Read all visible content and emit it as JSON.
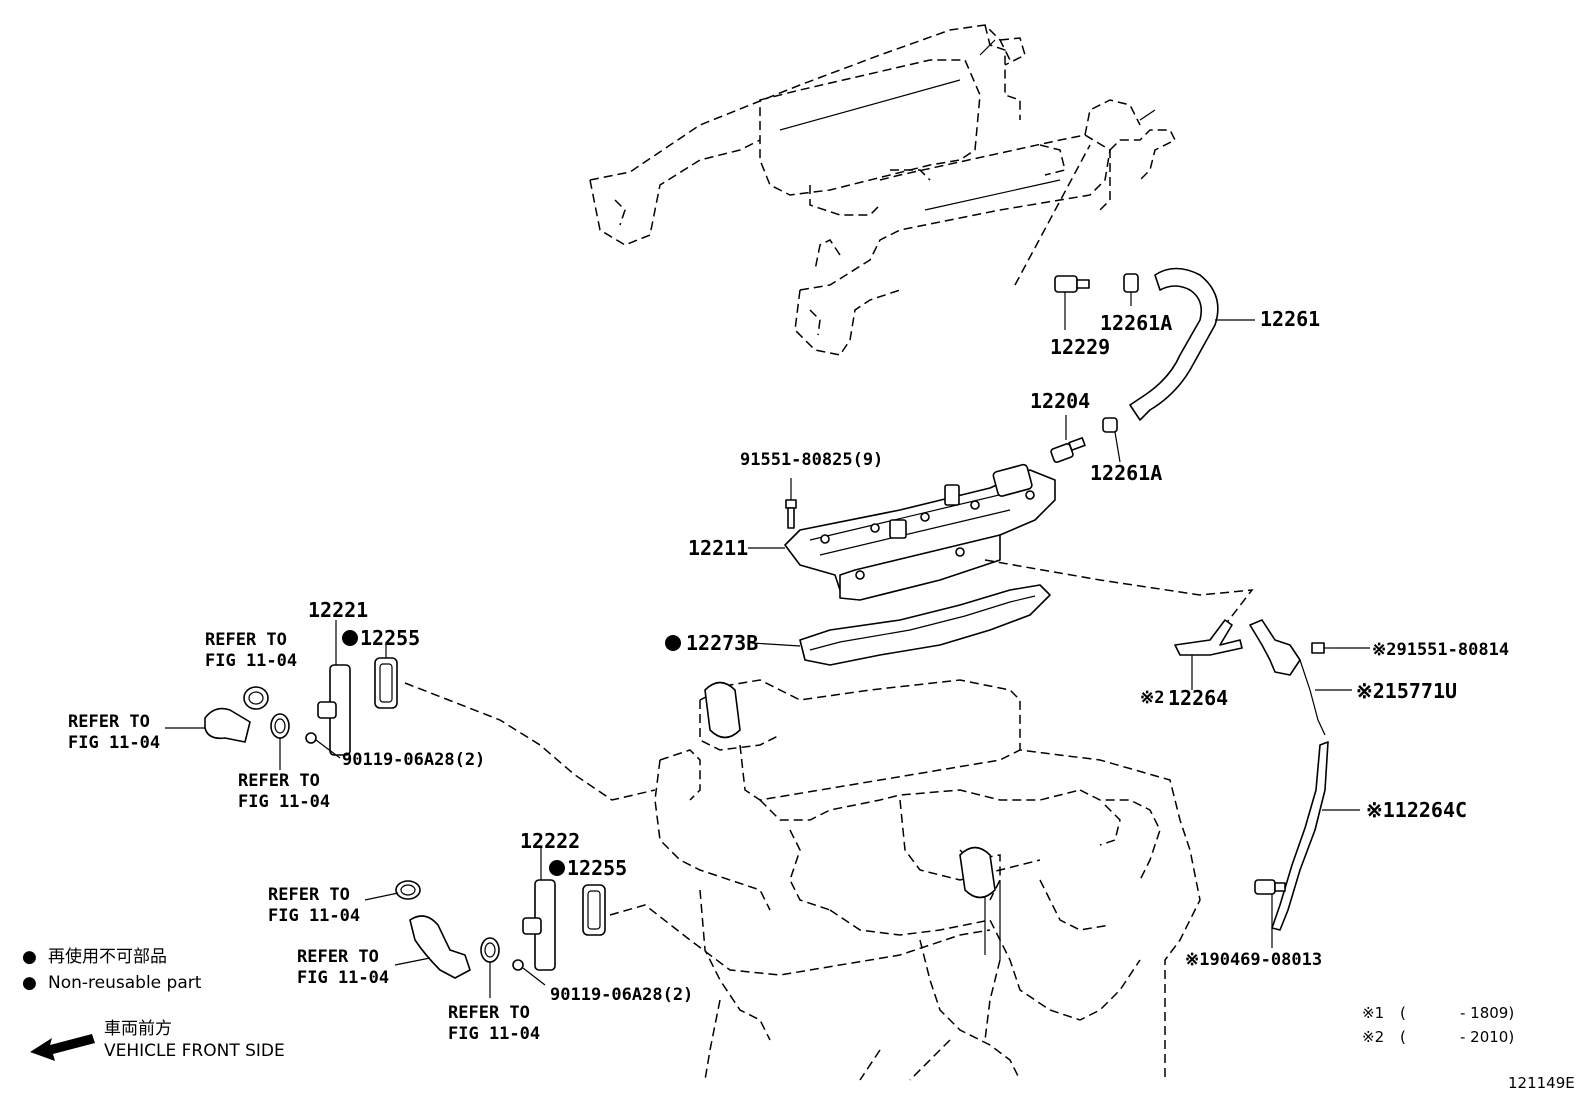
{
  "labels": {
    "p12261": "12261",
    "p12261a_top": "12261A",
    "p12229": "12229",
    "p12204": "12204",
    "p12261a_mid": "12261A",
    "p91551_80825": "91551-80825(9)",
    "p12211": "12211",
    "p12273b": "12273B",
    "p12221": "12221",
    "p12255_top": "12255",
    "p90119_top": "90119-06A28(2)",
    "p12222": "12222",
    "p12255_bot": "12255",
    "p90119_bot": "90119-06A28(2)",
    "p91551_80814": "※291551-80814",
    "p15771u": "※215771U",
    "p12264": "12264",
    "p12264_mark": "※2",
    "p12264c": "※112264C",
    "p90469": "※190469-08013"
  },
  "refer": {
    "line1": "REFER TO",
    "line2": "FIG 11-04"
  },
  "legend": {
    "bullet": "●",
    "jp_nonreusable": "再使用不可部品",
    "en_nonreusable": "Non-reusable part",
    "jp_front": "車両前方",
    "en_front": "VEHICLE FRONT SIDE"
  },
  "notes": {
    "n1_mark": "※1",
    "n1_open": "(",
    "n1_range": "- 1809)",
    "n2_mark": "※2",
    "n2_open": "(",
    "n2_range": "- 2010)"
  },
  "figure_id": "121149E"
}
